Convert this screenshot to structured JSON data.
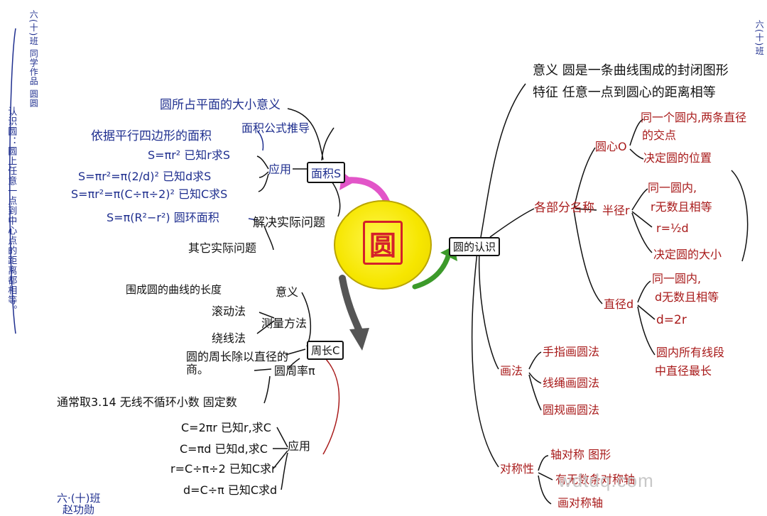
{
  "center": {
    "label": "圆"
  },
  "left_vertical": "认识圆：圆上任意一点到中心点的距离都相等。",
  "left_vertical_2": "六(十)班 同学作品 圆圆",
  "right_vertical": "六(十)班",
  "area": {
    "node": "面积S",
    "items": [
      "圆所占平面的大小意义",
      "面积公式推导",
      "依据平行四边形的面积",
      "S=πr² 已知r求S",
      "应用",
      "S=πr²=π(2/d)² 已知d求S",
      "S=πr²=π(C÷π÷2)² 已知C求S",
      "S=π(R²−r²) 圆环面积",
      "解决实际问题",
      "其它实际问题"
    ]
  },
  "circumference": {
    "node": "周长C",
    "items": [
      "围成圆的曲线的长度",
      "意义",
      "滚动法",
      "测量方法",
      "绕线法",
      "圆的周长除以直径的商。",
      "圆周率π",
      "通常取3.14  无线不循环小数  固定数",
      "C=2πr  已知r,求C",
      "C=πd  已知d,求C",
      "r=C÷π÷2  已知C求r",
      "d=C÷π  已知C求d",
      "应用"
    ],
    "author": "六·(十)班",
    "author2": "赵功勋"
  },
  "recognition": {
    "node": "圆的认识",
    "meaning": "意义  圆是一条曲线围成的封闭图形",
    "feature": "特征  任意一点到圆心的距离相等",
    "parts_label": "各部分名称",
    "center_label": "圆心O",
    "center_items": [
      "同一个圆内,两条直径",
      "的交点",
      "决定圆的位置"
    ],
    "radius_label": "半径r",
    "radius_items": [
      "同一圆内,",
      "r无数且相等",
      "r=½d",
      "决定圆的大小"
    ],
    "diameter_label": "直径d",
    "diameter_items": [
      "同一圆内,",
      "d无数且相等",
      "d=2r",
      "圆内所有线段",
      "中直径最长"
    ],
    "drawing_label": "画法",
    "drawing_items": [
      "手指画圆法",
      "线绳画圆法",
      "圆规画圆法"
    ],
    "symmetry_label": "对称性",
    "symmetry_items": [
      "轴对称  图形",
      "有无数条对称轴",
      "画对称轴"
    ]
  },
  "watermark": "wdtdq.com",
  "colors": {
    "blue": "#1f2f8f",
    "red": "#a81a1a",
    "yellow": "#f6e600",
    "pink": "#e255c8",
    "green": "#3c9a2a",
    "gray": "#555555"
  }
}
